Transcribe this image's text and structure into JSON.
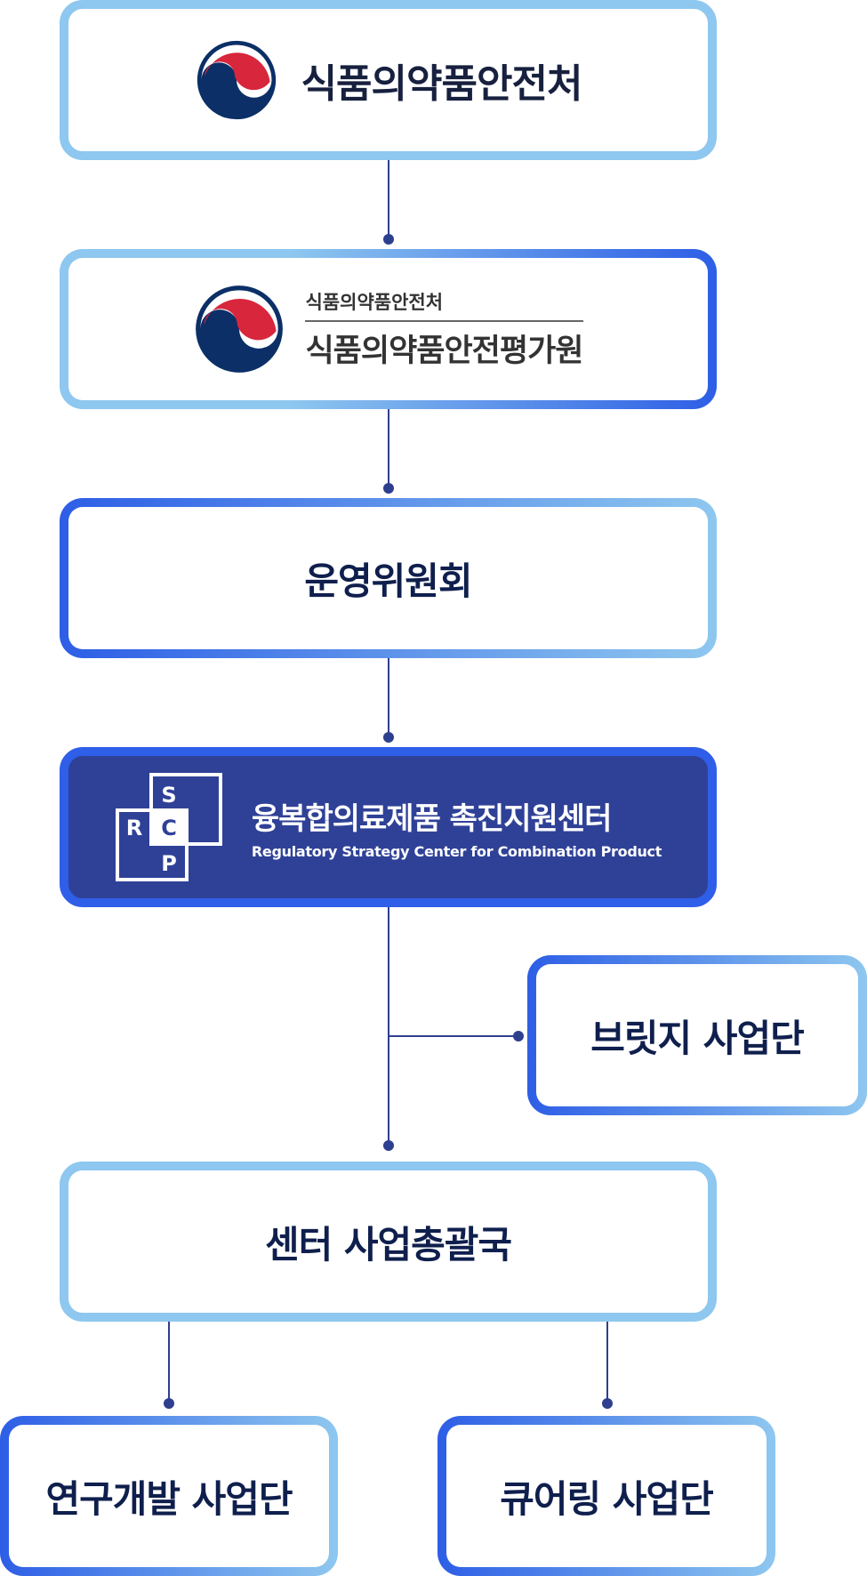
{
  "boxes": {
    "mfds": {
      "name": "식품의약품안전처"
    },
    "nifds": {
      "parent": "식품의약품안전처",
      "name": "식품의약품안전평가원"
    },
    "committee": "운영위원회",
    "center": {
      "name_ko": "융복합의료제품 촉진지원센터",
      "name_en": "Regulatory Strategy Center for Combination Product",
      "logo_letters": {
        "s": "S",
        "r": "R",
        "c": "C",
        "p": "P"
      }
    },
    "bridge": "브릿지 사업단",
    "hq": "센터 사업총괄국",
    "rnd": "연구개발 사업단",
    "curing": "큐어링 사업단"
  },
  "colors": {
    "navy_text": "#0f1f4d",
    "light_border": "#8ec7ef",
    "blue_border": "#2d5ee6",
    "center_fill": "#2f4197",
    "connector": "#2e3f8f"
  },
  "icons": [
    "government-taegeuk-icon",
    "scrp-logo-icon"
  ]
}
